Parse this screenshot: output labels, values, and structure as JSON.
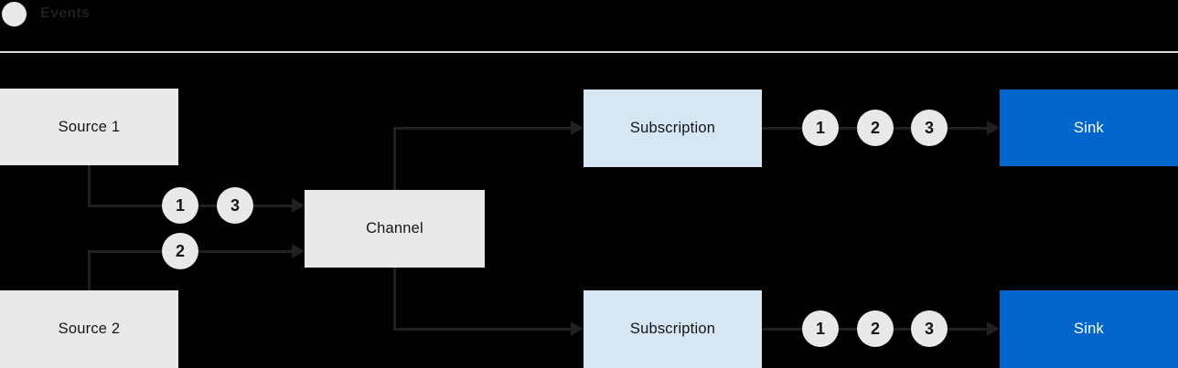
{
  "legend": {
    "label": "Events"
  },
  "nodes": {
    "source1": "Source 1",
    "source2": "Source 2",
    "channel": "Channel",
    "subscription_top": "Subscription",
    "subscription_bottom": "Subscription",
    "sink_top": "Sink",
    "sink_bottom": "Sink"
  },
  "events": {
    "source1_to_channel": [
      "1",
      "3"
    ],
    "source2_to_channel": [
      "2"
    ],
    "subscription_top_to_sink": [
      "1",
      "2",
      "3"
    ],
    "subscription_bottom_to_sink": [
      "1",
      "2",
      "3"
    ]
  },
  "colors": {
    "background": "#000000",
    "node_gray": "#e9e9e9",
    "subscription_lightblue": "#d7e6f5",
    "sink_blue": "#0066cc",
    "text_dark": "#151515",
    "sink_text": "#ffffff",
    "connector": "#202020",
    "divider": "#dedede"
  }
}
